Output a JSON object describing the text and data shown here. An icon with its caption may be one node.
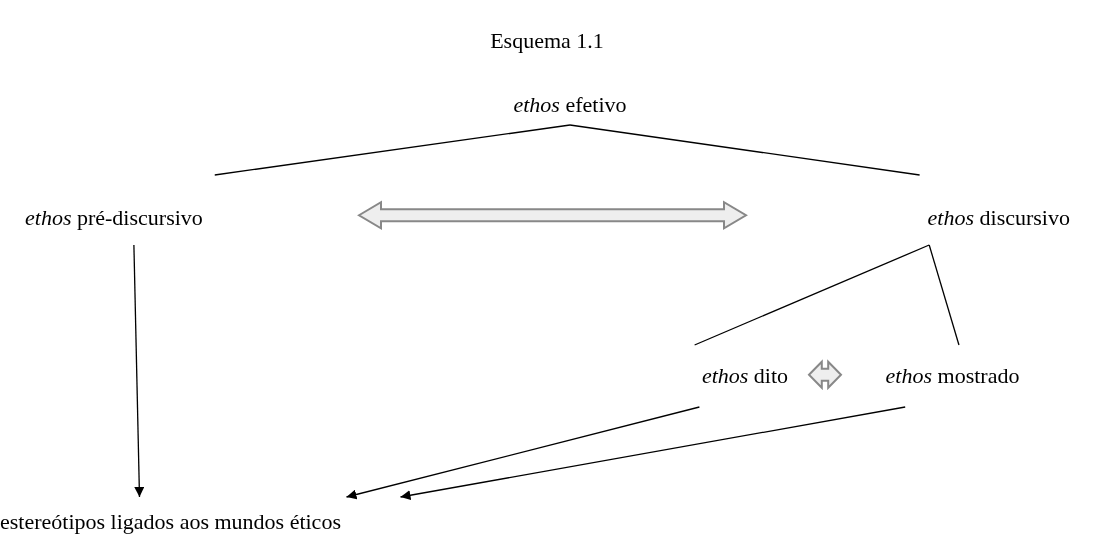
{
  "diagram": {
    "title": "Esquema 1.1",
    "nodes": [
      {
        "text": [
          "*ethos* efetivo"
        ]
      },
      {
        "text": [
          "*ethos* pré-discursivo"
        ]
      },
      {
        "text": [
          "*ethos* discursivo"
        ]
      },
      {
        "text": [
          "*ethos* dito"
        ]
      },
      {
        "text": [
          "*ethos* mostrado"
        ]
      },
      {
        "text": [
          "estereótipos ligados aos mundos éticos"
        ]
      }
    ],
    "edges": [
      {
        "from": 0,
        "to": 1,
        "arrow": "none"
      },
      {
        "from": 0,
        "to": 2,
        "arrow": "none"
      },
      {
        "from": 1,
        "to": 2,
        "arrow": "both",
        "style": "thick"
      },
      {
        "from": 2,
        "to": 3,
        "arrow": "none"
      },
      {
        "from": 2,
        "to": 4,
        "arrow": "none"
      },
      {
        "from": 3,
        "to": 4,
        "arrow": "both",
        "style": "thick"
      },
      {
        "from": 1,
        "to": 5,
        "arrow": "to"
      },
      {
        "from": 3,
        "to": 5,
        "arrow": "to"
      },
      {
        "from": 4,
        "to": 5,
        "arrow": "to"
      }
    ]
  }
}
